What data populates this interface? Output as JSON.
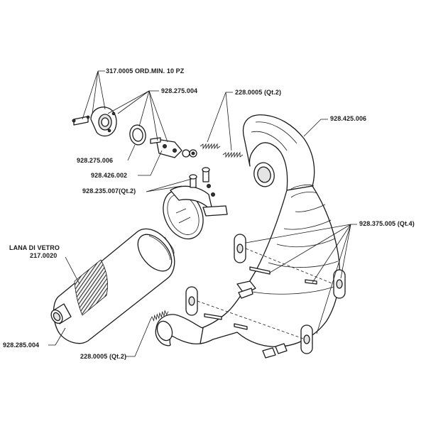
{
  "labels": {
    "ord_min": "317.0005 ORD.MIN. 10 PZ",
    "flange": "928.275.004",
    "spring_top": "228.0005 (Qt.2)",
    "exhaust_pipe": "928.425.006",
    "gasket": "928.275.006",
    "bracket": "928.426.002",
    "clamp": "928.235.007(Qt.2)",
    "silentblock": "928.375.005 (Qt.4)",
    "lana_title": "LANA DI VETRO",
    "lana_code": "217.0020",
    "silencer": "928.285.004",
    "spring_bottom": "228.0005 (Qt.2)"
  }
}
